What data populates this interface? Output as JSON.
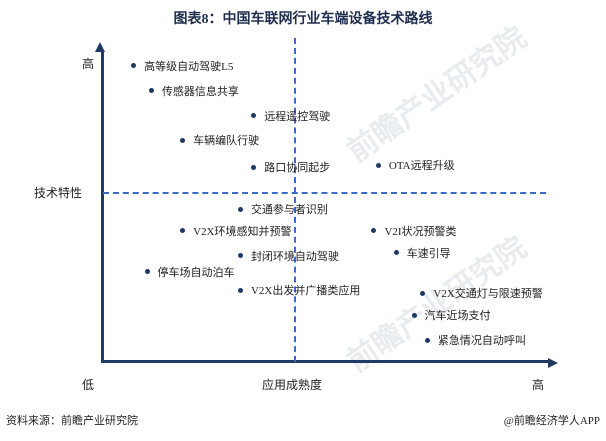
{
  "title": "图表8：中国车联网行业车端设备技术路线",
  "axes": {
    "y_high": "高",
    "y_label": "技术特性",
    "x_low": "低",
    "x_label": "应用成熟度",
    "x_high": "高"
  },
  "chart_data": {
    "type": "scatter",
    "xlabel": "应用成熟度",
    "ylabel": "技术特性",
    "xlim": [
      0,
      100
    ],
    "ylim": [
      0,
      100
    ],
    "points": [
      {
        "label": "高等级自动驾驶L5",
        "x": 7,
        "y": 95
      },
      {
        "label": "传感器信息共享",
        "x": 11,
        "y": 87
      },
      {
        "label": "远程遥控驾驶",
        "x": 34,
        "y": 79
      },
      {
        "label": "车辆编队行驶",
        "x": 18,
        "y": 71
      },
      {
        "label": "路口协同起步",
        "x": 34,
        "y": 62.5
      },
      {
        "label": "OTA远程升级",
        "x": 62,
        "y": 63
      },
      {
        "label": "交通参与者识别",
        "x": 31,
        "y": 49
      },
      {
        "label": "V2X环境感知并预警",
        "x": 18,
        "y": 42
      },
      {
        "label": "V2I状况预警类",
        "x": 61,
        "y": 42
      },
      {
        "label": "车速引导",
        "x": 66,
        "y": 35
      },
      {
        "label": "封闭环境自动驾驶",
        "x": 31,
        "y": 34
      },
      {
        "label": "停车场自动泊车",
        "x": 10,
        "y": 29
      },
      {
        "label": "V2X出发并广播类应用",
        "x": 31,
        "y": 23
      },
      {
        "label": "V2X交通灯与限速预警",
        "x": 72,
        "y": 22
      },
      {
        "label": "汽车近场支付",
        "x": 70,
        "y": 15
      },
      {
        "label": "紧急情况自动呼叫",
        "x": 73,
        "y": 7
      }
    ]
  },
  "footer": {
    "source": "资料来源：前瞻产业研究院",
    "brand": "@前瞻经济学人APP"
  },
  "watermark": "前瞻产业研究院",
  "colors": {
    "axis": "#1f3864",
    "dash": "#3b6cc4",
    "dot": "#1f3864"
  }
}
